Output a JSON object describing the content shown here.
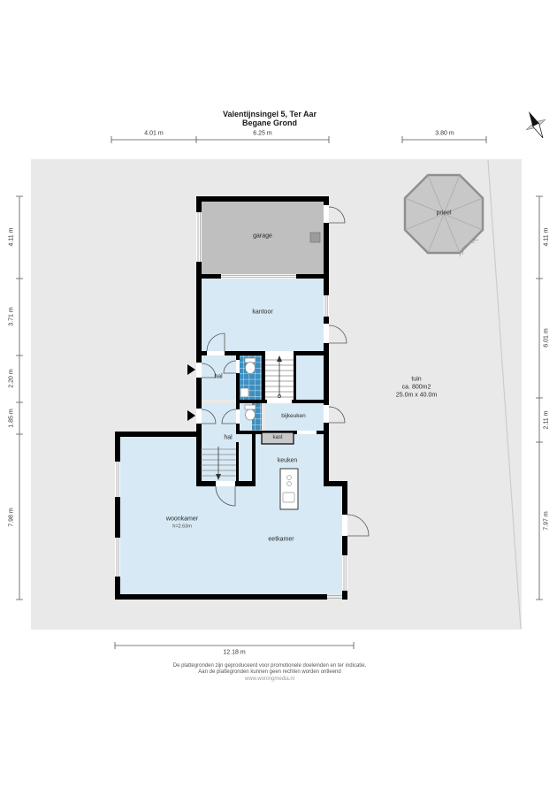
{
  "title": {
    "line1": "Valentijnsingel 5, Ter Aar",
    "line2": "Begane Grond"
  },
  "rooms": {
    "garage": "garage",
    "kantoor": "kantoor",
    "hal_upper": "hal",
    "bijkeuken": "bijkeuken",
    "hal_lower": "hal",
    "kast": "kast",
    "keuken": "keuken",
    "woonkamer": "woonkamer",
    "woonkamer_height": "h=2.63m",
    "eetkamer": "eetkamer",
    "prieel": "prieel"
  },
  "garden": {
    "name": "tuin",
    "area": "ca. 800m2",
    "size": "25.0m x 40.0m"
  },
  "dimensions": {
    "top": [
      "4.01 m",
      "6.25 m",
      "3.80 m"
    ],
    "left": [
      "4.11 m",
      "3.71 m",
      "2.20 m",
      "1.85 m",
      "7.98 m"
    ],
    "right": [
      "4.11 m",
      "6.01 m",
      "2.11 m",
      "7.97 m"
    ],
    "bottom": [
      "12.18 m"
    ]
  },
  "footer": {
    "line1": "De plattegronden zijn geproduceerd voor promotionele doeleinden en ter indicatie.",
    "line2": "Aan de plattegronden kunnen geen rechten worden ontleend",
    "link": "www.woningmedia.nl"
  },
  "colors": {
    "plot": "#e9e9e9",
    "room": "#d7e9f4",
    "garage": "#bfbfbf",
    "tiles": "#3d8fc0",
    "wall": "#000000"
  }
}
